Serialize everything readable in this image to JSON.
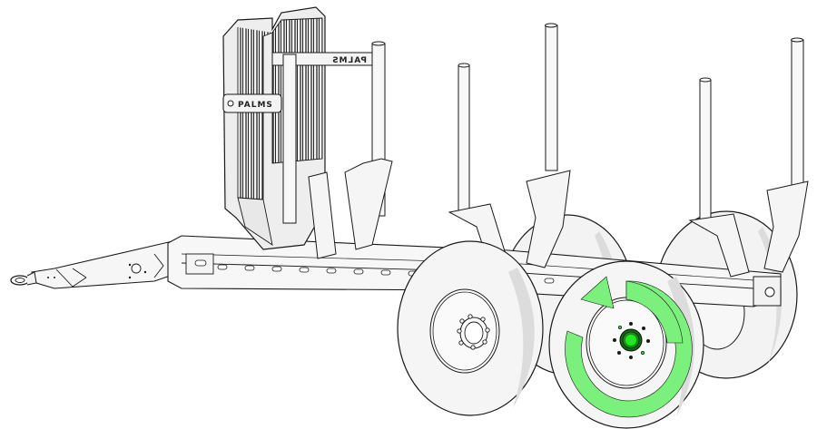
{
  "illustration": {
    "subject": "Forestry log trailer with headboard, bolsters/stakes and tandem wheels",
    "brand_labels": {
      "headboard_front": "PALMS",
      "headboard_rear_mirrored": "PALMS"
    },
    "highlight": {
      "target": "front right wheel (rear axle pair, near side)",
      "annotation": "rotation arrow",
      "arrow_direction": "counter-clockwise",
      "color": "#7cf07c",
      "hub_color": "#22e822"
    },
    "colors": {
      "line": "#1a1a1a",
      "tire": "#f2f2f2",
      "tire_shade": "#dcdcdc",
      "frame_fill": "#f5f5f5",
      "background": "#ffffff"
    },
    "parts": {
      "drawbar": "drawbar-with-eye",
      "headboard": "grille-headboard",
      "stakes_count": 6,
      "wheels_count": 4
    }
  }
}
